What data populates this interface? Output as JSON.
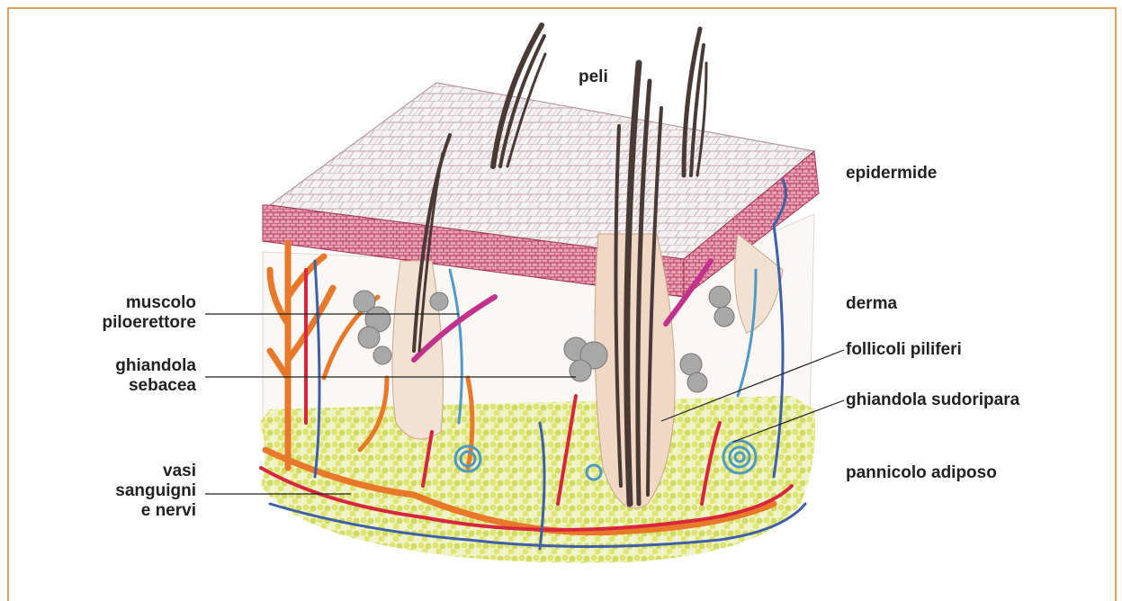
{
  "colors": {
    "frame": "#e0a15a",
    "label_text": "#222222",
    "epidermis_grid": "#b79aa2",
    "epidermis_fill": "#f3eff0",
    "basal_layer": "#c84a6a",
    "artery": "#d7263d",
    "vein": "#3f5fa8",
    "nerve": "#e8782a",
    "sweat_gland": "#4e9ac4",
    "fat": "#d9e36a",
    "hair": "#4a3a36",
    "follicle": "#f0d8c4",
    "sebaceous": "#9a9a9a",
    "muscle": "#c0328c"
  },
  "labels": {
    "peli": "peli",
    "epidermide": "epidermide",
    "derma": "derma",
    "follicoli": "follicoli piliferi",
    "sudoripara": "ghiandola sudoripara",
    "pannicolo": "pannicolo adiposo",
    "muscolo": {
      "line1": "muscolo",
      "line2": "piloerettore"
    },
    "sebacea": {
      "line1": "ghiandola",
      "line2": "sebacea"
    },
    "vasi": {
      "line1": "vasi",
      "line2": "sanguigni",
      "line3": "e nervi"
    }
  }
}
